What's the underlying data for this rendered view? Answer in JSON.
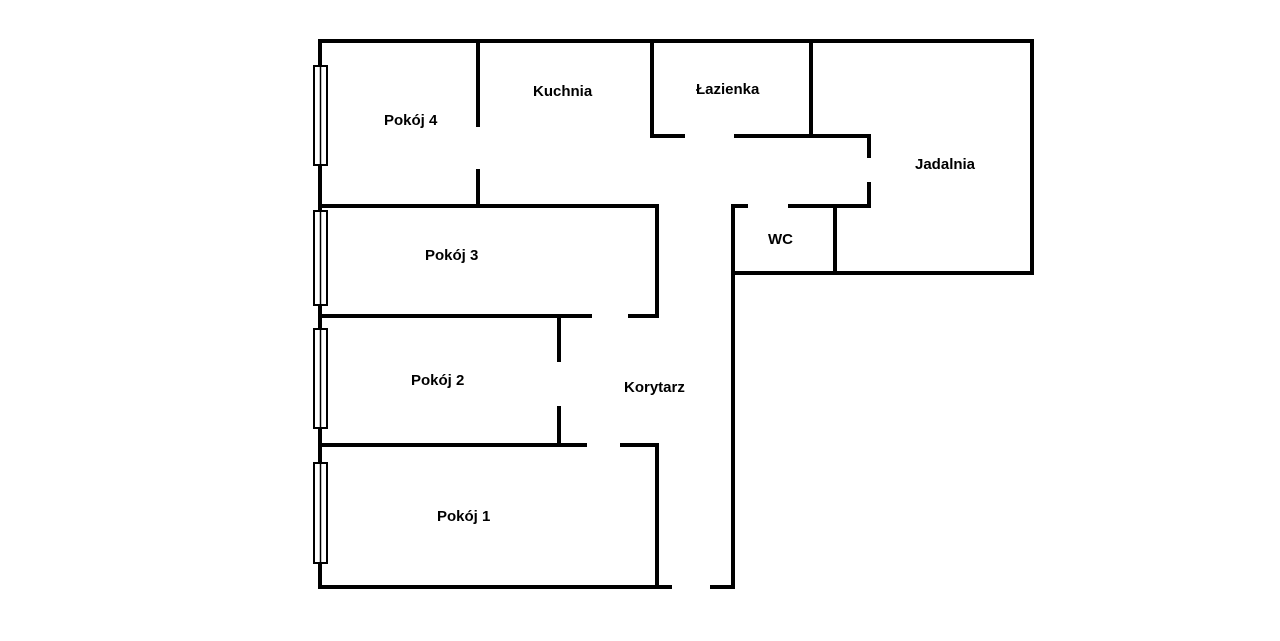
{
  "floor_plan": {
    "rooms": {
      "pokoj4": "Pokój 4",
      "kuchnia": "Kuchnia",
      "lazienka": "Łazienka",
      "jadalnia": "Jadalnia",
      "pokoj3": "Pokój 3",
      "wc": "WC",
      "pokoj2": "Pokój 2",
      "korytarz": "Korytarz",
      "pokoj1": "Pokój 1"
    },
    "window_count": 4
  }
}
